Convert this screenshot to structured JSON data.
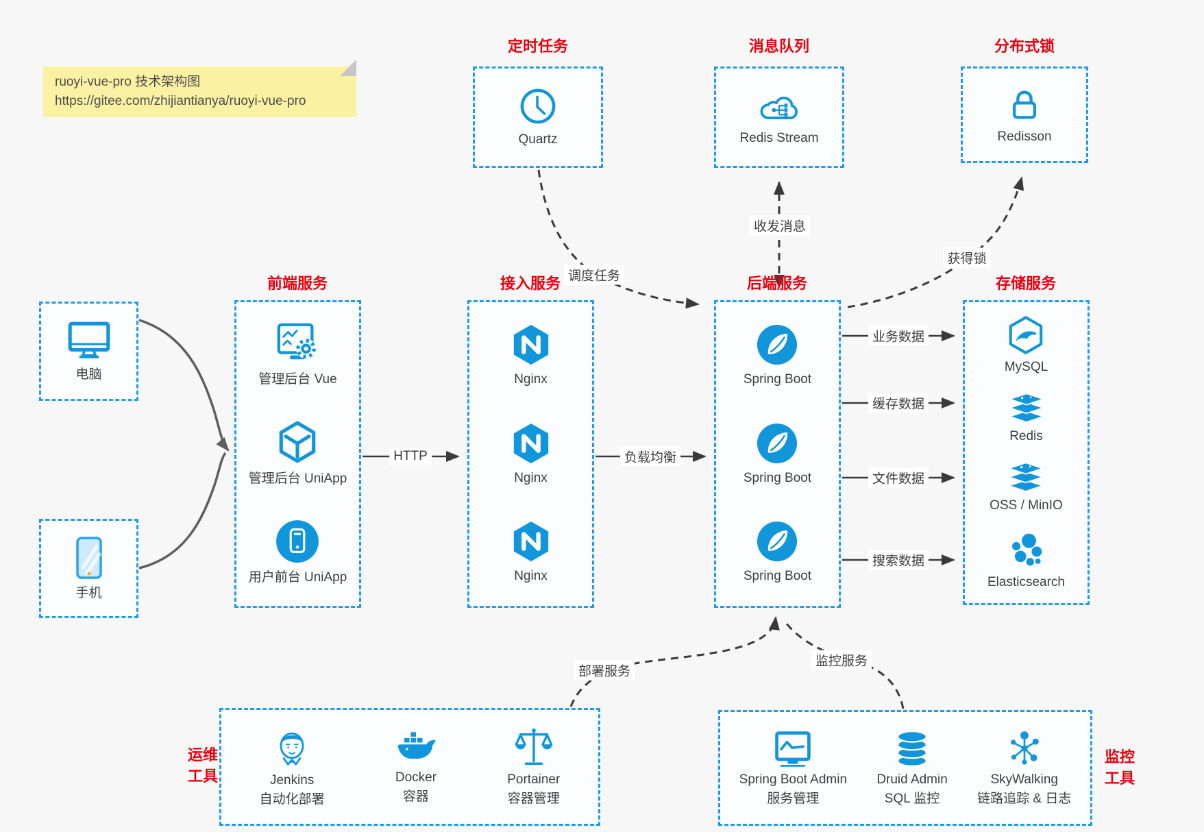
{
  "colors": {
    "accent_blue": "#1296db",
    "border_blue": "#1f9bee",
    "title_red": "#e8000d",
    "arrow_dark": "#3a3a3a",
    "client_arrow_gray": "#5e5e5e",
    "note_bg": "#faf1a3",
    "label_text": "#3e3e3e",
    "background": "#f7f7f8"
  },
  "note": {
    "line1": "ruoyi-vue-pro 技术架构图",
    "line2": "https://gitee.com/zhijiantianya/ruoyi-vue-pro"
  },
  "clients": {
    "pc": {
      "label": "电脑",
      "icon": "desktop-icon"
    },
    "mobile": {
      "label": "手机",
      "icon": "smartphone-icon"
    }
  },
  "scheduler": {
    "title": "定时任务",
    "node": "Quartz",
    "icon": "clock-icon"
  },
  "message_queue": {
    "title": "消息队列",
    "node": "Redis Stream",
    "icon": "cloud-network-icon"
  },
  "distributed_lock": {
    "title": "分布式锁",
    "node": "Redisson",
    "icon": "lock-icon"
  },
  "frontend": {
    "title": "前端服务",
    "items": [
      "管理后台 Vue",
      "管理后台 UniApp",
      "用户前台 UniApp"
    ]
  },
  "gateway": {
    "title": "接入服务",
    "items": [
      "Nginx",
      "Nginx",
      "Nginx"
    ]
  },
  "backend": {
    "title": "后端服务",
    "items": [
      "Spring Boot",
      "Spring Boot",
      "Spring Boot"
    ]
  },
  "storage": {
    "title": "存储服务",
    "items": [
      "MySQL",
      "Redis",
      "OSS / MinIO",
      "Elasticsearch"
    ]
  },
  "ops": {
    "side_line1": "运维",
    "side_line2": "工具",
    "items": [
      {
        "name": "Jenkins",
        "desc": "自动化部署"
      },
      {
        "name": "Docker",
        "desc": "容器"
      },
      {
        "name": "Portainer",
        "desc": "容器管理"
      }
    ]
  },
  "monitoring": {
    "side_line1": "监控",
    "side_line2": "工具",
    "items": [
      {
        "name": "Spring Boot Admin",
        "desc": "服务管理"
      },
      {
        "name": "Druid Admin",
        "desc": "SQL 监控"
      },
      {
        "name": "SkyWalking",
        "desc": "链路追踪 & 日志"
      }
    ]
  },
  "edges": {
    "http": "HTTP",
    "load_balance": "负载均衡",
    "schedule": "调度任务",
    "send_receive": "收发消息",
    "acquire_lock": "获得锁",
    "deploy": "部署服务",
    "monitor": "监控服务",
    "business_data": "业务数据",
    "cache_data": "缓存数据",
    "file_data": "文件数据",
    "search_data": "搜索数据"
  }
}
